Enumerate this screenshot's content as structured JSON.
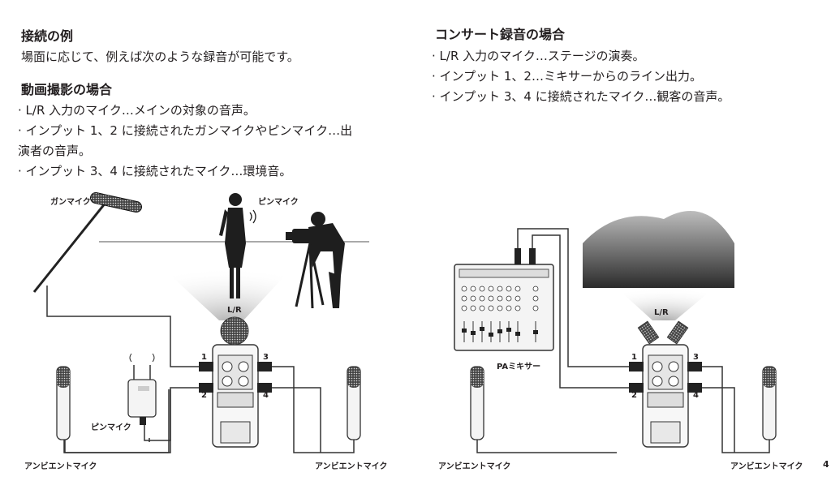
{
  "left": {
    "heading": "接続の例",
    "intro": "場面に応じて、例えば次のような録音が可能です。",
    "subheading": "動画撮影の場合",
    "bullets": [
      "· L/R 入力のマイク…メインの対象の音声。",
      "· インプット 1、2 に接続されたガンマイクやピンマイク…出",
      "   演者の音声。",
      "· インプット 3、4 に接続されたマイク…環境音。"
    ],
    "diagram": {
      "gun_mic": "ガンマイク",
      "pin_mic_top": "ピンマイク",
      "pin_mic_bottom": "ピンマイク",
      "lr": "L/R",
      "ambient_left": "アンビエントマイク",
      "ambient_right": "アンビエントマイク",
      "n1": "1",
      "n2": "2",
      "n3": "3",
      "n4": "4"
    }
  },
  "right": {
    "subheading": "コンサート録音の場合",
    "bullets": [
      "· L/R 入力のマイク…ステージの演奏。",
      "· インプット 1、2…ミキサーからのライン出力。",
      "· インプット 3、4 に接続されたマイク…観客の音声。"
    ],
    "diagram": {
      "lr": "L/R",
      "mixer": "PAミキサー",
      "ambient_left": "アンビエントマイク",
      "ambient_right": "アンビエントマイク",
      "n1": "1",
      "n2": "2",
      "n3": "3",
      "n4": "4"
    }
  },
  "page_number": "4"
}
